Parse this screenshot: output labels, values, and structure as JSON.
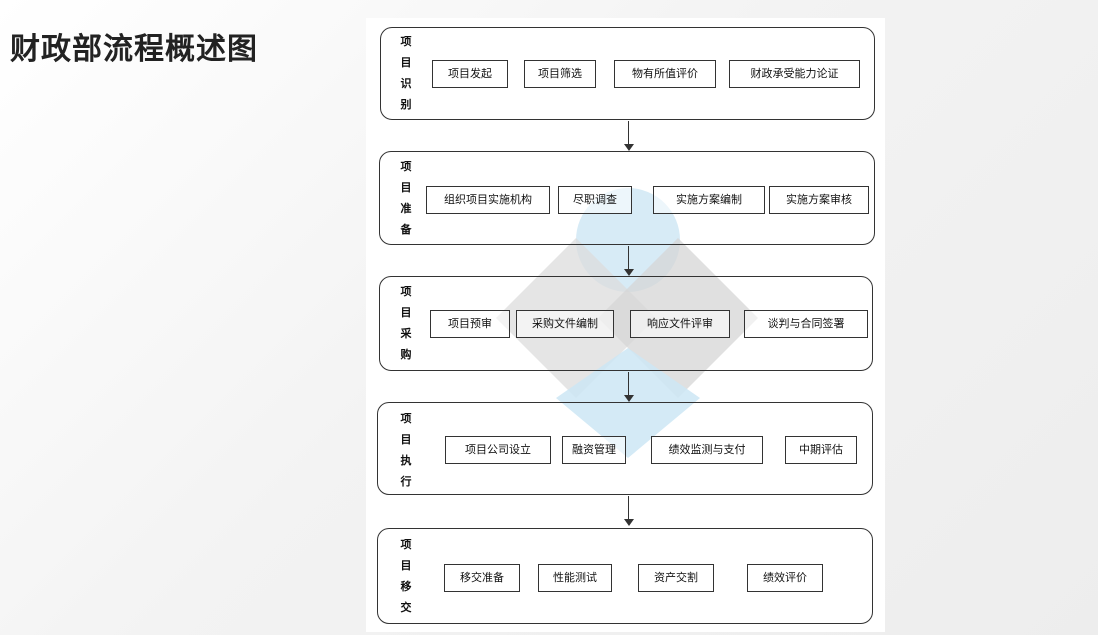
{
  "title": "财政部流程概述图",
  "phases": [
    {
      "label": "项目识别",
      "steps": [
        "项目发起",
        "项目筛选",
        "物有所值评价",
        "财政承受能力论证"
      ]
    },
    {
      "label": "项目准备",
      "steps": [
        "组织项目实施机构",
        "尽职调查",
        "实施方案编制",
        "实施方案审核"
      ]
    },
    {
      "label": "项目采购",
      "steps": [
        "项目预审",
        "采购文件编制",
        "响应文件评审",
        "谈判与合同签署"
      ]
    },
    {
      "label": "项目执行",
      "steps": [
        "项目公司设立",
        "融资管理",
        "绩效监测与支付",
        "中期评估"
      ]
    },
    {
      "label": "项目移交",
      "steps": [
        "移交准备",
        "性能测试",
        "资产交割",
        "绩效评价"
      ]
    }
  ]
}
